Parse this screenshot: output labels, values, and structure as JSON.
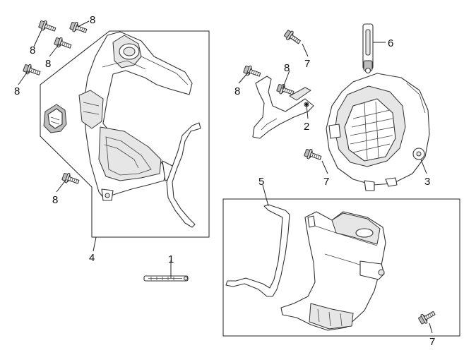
{
  "callouts": {
    "c1": "1",
    "c2": "2",
    "c3": "3",
    "c4": "4",
    "c5": "5",
    "c6": "6",
    "c7a": "7",
    "c7b": "7",
    "c7c": "7",
    "c8a": "8",
    "c8b": "8",
    "c8c": "8",
    "c8d": "8",
    "c8e": "8",
    "c8f": "8",
    "c8g": "8"
  },
  "icons": {
    "bolt": "flange-bolt-icon",
    "clamp": "hose-clamp-icon"
  }
}
